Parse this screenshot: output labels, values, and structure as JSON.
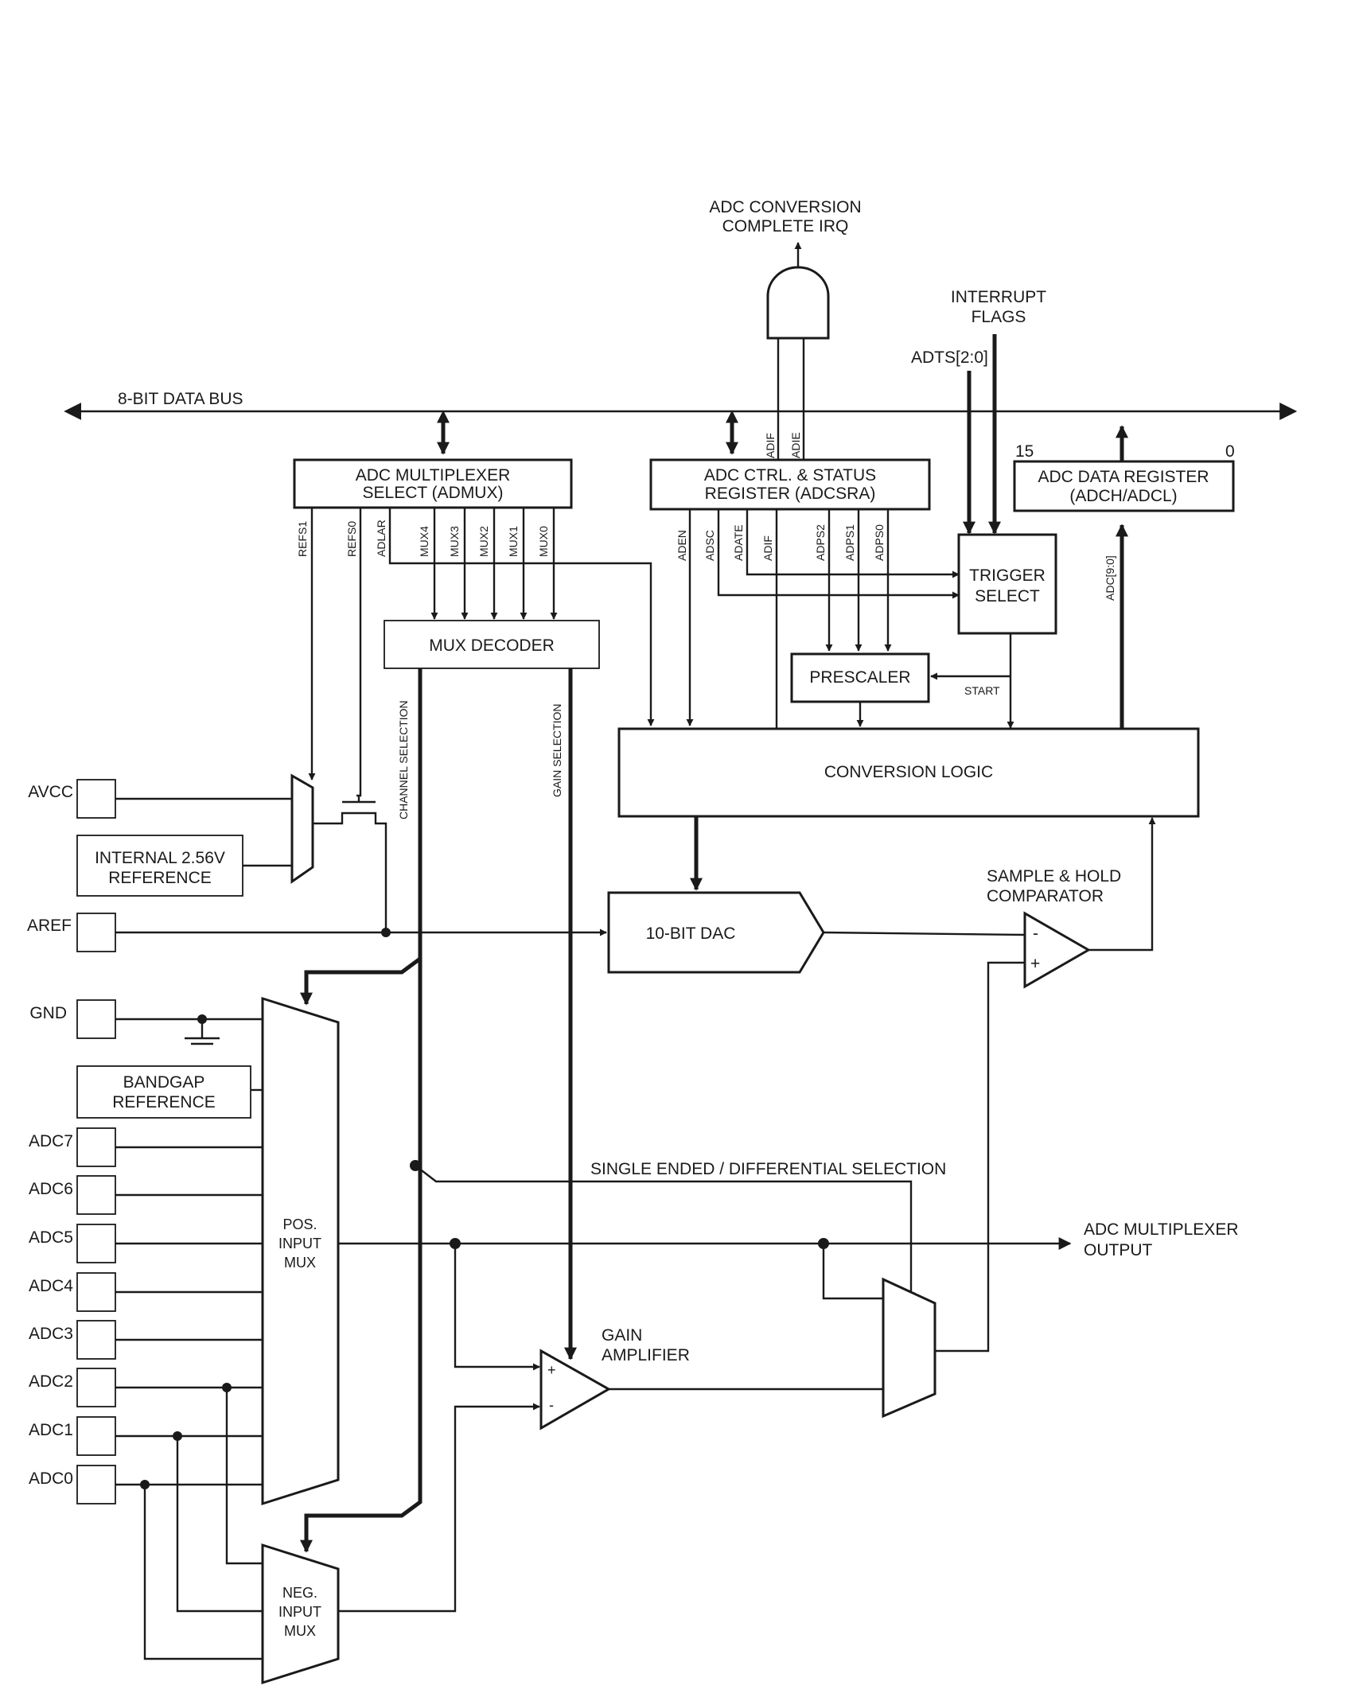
{
  "labels": {
    "irq": [
      "ADC CONVERSION",
      "COMPLETE IRQ"
    ],
    "interrupt_flags": [
      "INTERRUPT",
      "FLAGS"
    ],
    "adts": "ADTS[2:0]",
    "data_bus": "8-BIT DATA BUS",
    "bit15": "15",
    "bit0": "0",
    "admux": [
      "ADC MULTIPLEXER",
      "SELECT (ADMUX)"
    ],
    "adcsra": [
      "ADC CTRL. & STATUS",
      "REGISTER (ADCSRA)"
    ],
    "data_reg": [
      "ADC DATA REGISTER",
      "(ADCH/ADCL)"
    ],
    "trigger": [
      "TRIGGER",
      "SELECT"
    ],
    "mux_decoder": "MUX DECODER",
    "prescaler": "PRESCALER",
    "start": "START",
    "conversion_logic": "CONVERSION LOGIC",
    "dac": "10-BIT DAC",
    "sample_hold": [
      "SAMPLE & HOLD",
      "COMPARATOR"
    ],
    "internal_ref": [
      "INTERNAL 2.56V",
      "REFERENCE"
    ],
    "bandgap": [
      "BANDGAP",
      "REFERENCE"
    ],
    "channel_selection": "CHANNEL SELECTION",
    "gain_selection": "GAIN SELECTION",
    "single_diff": "SINGLE ENDED / DIFFERENTIAL SELECTION",
    "mux_output": [
      "ADC MULTIPLEXER",
      "OUTPUT"
    ],
    "pos_mux": [
      "POS.",
      "INPUT",
      "MUX"
    ],
    "neg_mux": [
      "NEG.",
      "INPUT",
      "MUX"
    ],
    "gain_amp": [
      "GAIN",
      "AMPLIFIER"
    ],
    "adc_bits": "ADC[9:0]",
    "plus": "+",
    "minus": "-"
  },
  "admux_bits": [
    "REFS1",
    "REFS0",
    "ADLAR",
    "MUX4",
    "MUX3",
    "MUX2",
    "MUX1",
    "MUX0"
  ],
  "adcsra_bits": [
    "ADEN",
    "ADSC",
    "ADATE",
    "ADIF",
    "ADPS2",
    "ADPS1",
    "ADPS0"
  ],
  "irq_bits": [
    "ADIF",
    "ADIE"
  ],
  "pins": [
    "AVCC",
    "AREF",
    "GND",
    "ADC7",
    "ADC6",
    "ADC5",
    "ADC4",
    "ADC3",
    "ADC2",
    "ADC1",
    "ADC0"
  ]
}
